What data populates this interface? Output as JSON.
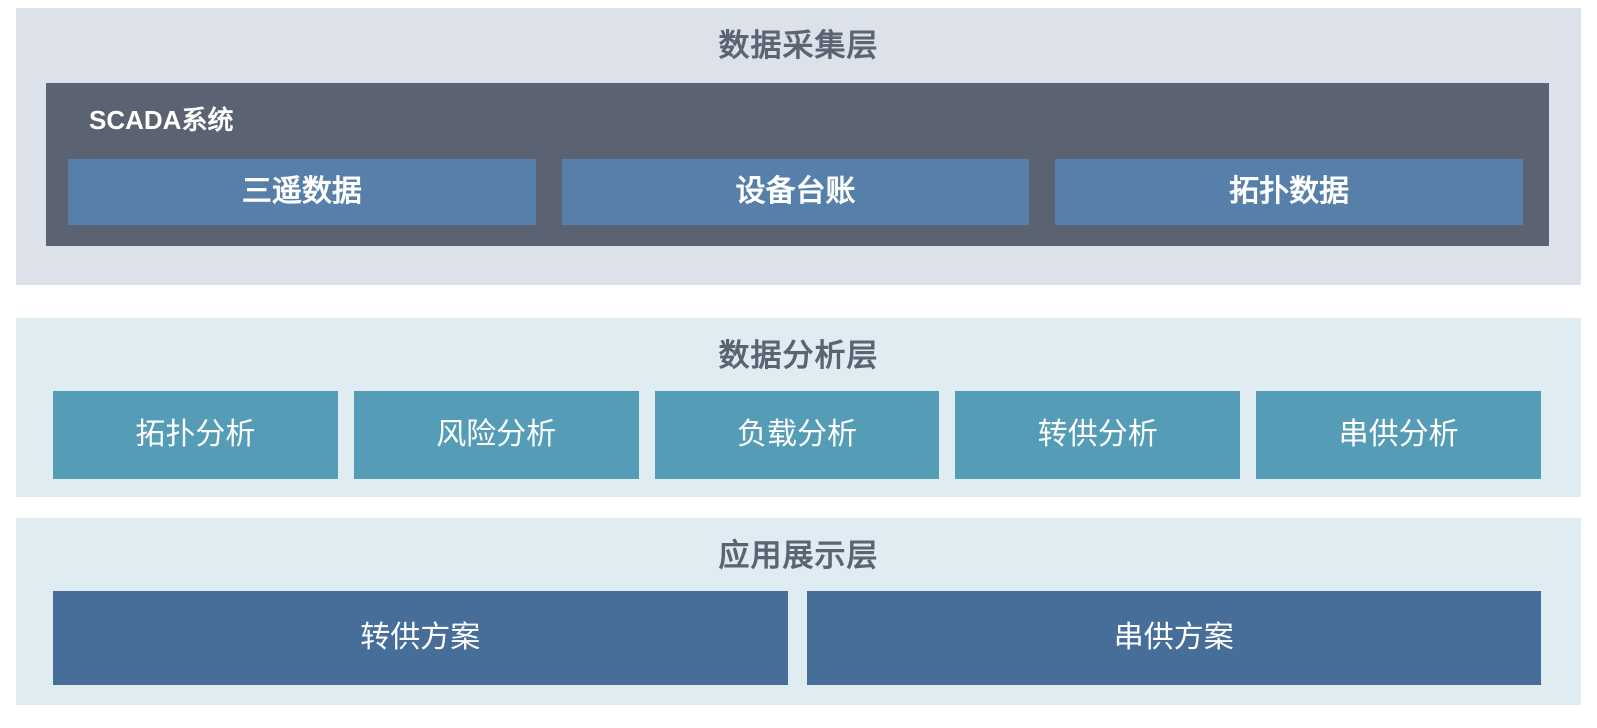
{
  "colors": {
    "page_background": "#ffffff",
    "collection_layer_background": "#dde1e9",
    "scada_box_background": "#5b6372",
    "scada_item_background": "#567fa9",
    "analysis_layer_background": "#dfecf2",
    "analysis_item_background": "#559db6",
    "application_layer_background": "#dfecf2",
    "application_item_background": "#476d99",
    "layer_title_text": "#5b6472",
    "item_text": "#ffffff"
  },
  "diagram": {
    "collection_layer": {
      "title": "数据采集层",
      "scada": {
        "title": "SCADA系统",
        "items": [
          {
            "label": "三遥数据"
          },
          {
            "label": "设备台账"
          },
          {
            "label": "拓扑数据"
          }
        ]
      }
    },
    "analysis_layer": {
      "title": "数据分析层",
      "items": [
        {
          "label": "拓扑分析"
        },
        {
          "label": "风险分析"
        },
        {
          "label": "负载分析"
        },
        {
          "label": "转供分析"
        },
        {
          "label": "串供分析"
        }
      ]
    },
    "application_layer": {
      "title": "应用展示层",
      "items": [
        {
          "label": "转供方案"
        },
        {
          "label": "串供方案"
        }
      ]
    }
  }
}
